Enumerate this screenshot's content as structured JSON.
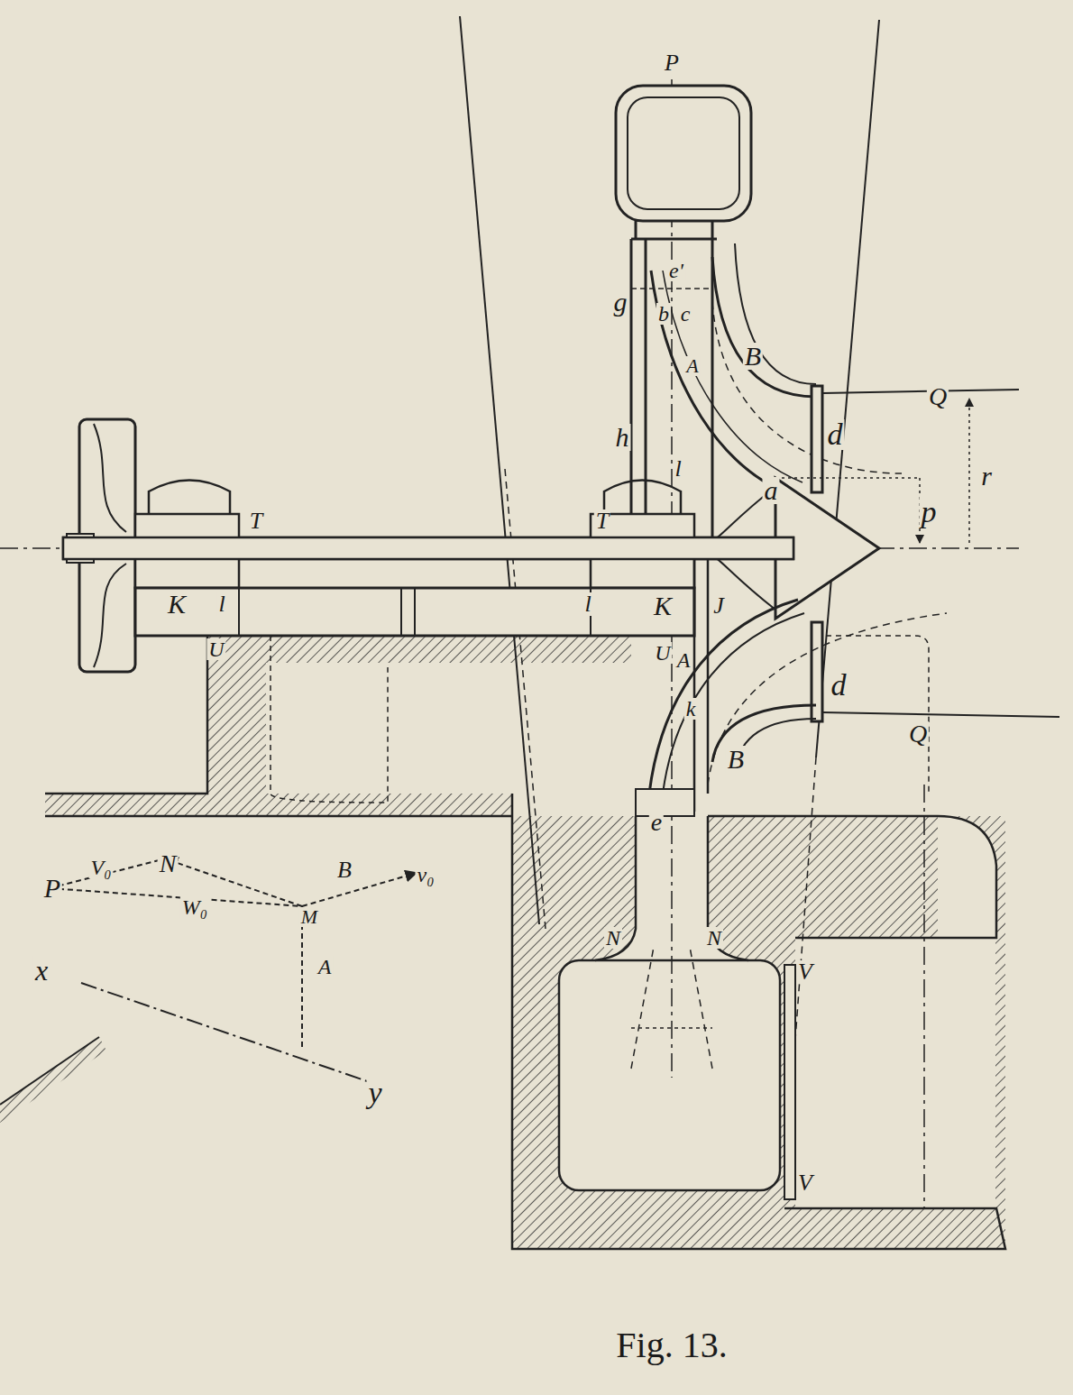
{
  "diagram": {
    "caption": "Fig. 13.",
    "labels": [
      "P",
      "e'",
      "g",
      "b",
      "c",
      "B",
      "A",
      "Q",
      "d",
      "h",
      "l",
      "a",
      "p",
      "r",
      "T",
      "T",
      "K",
      "l",
      "l",
      "K",
      "J",
      "U",
      "U",
      "A",
      "d",
      "Q",
      "k",
      "B",
      "e",
      "N",
      "N",
      "V",
      "V",
      "P",
      "V₀",
      "N",
      "B",
      "v₀",
      "W₀",
      "M",
      "A",
      "x",
      "y"
    ]
  }
}
